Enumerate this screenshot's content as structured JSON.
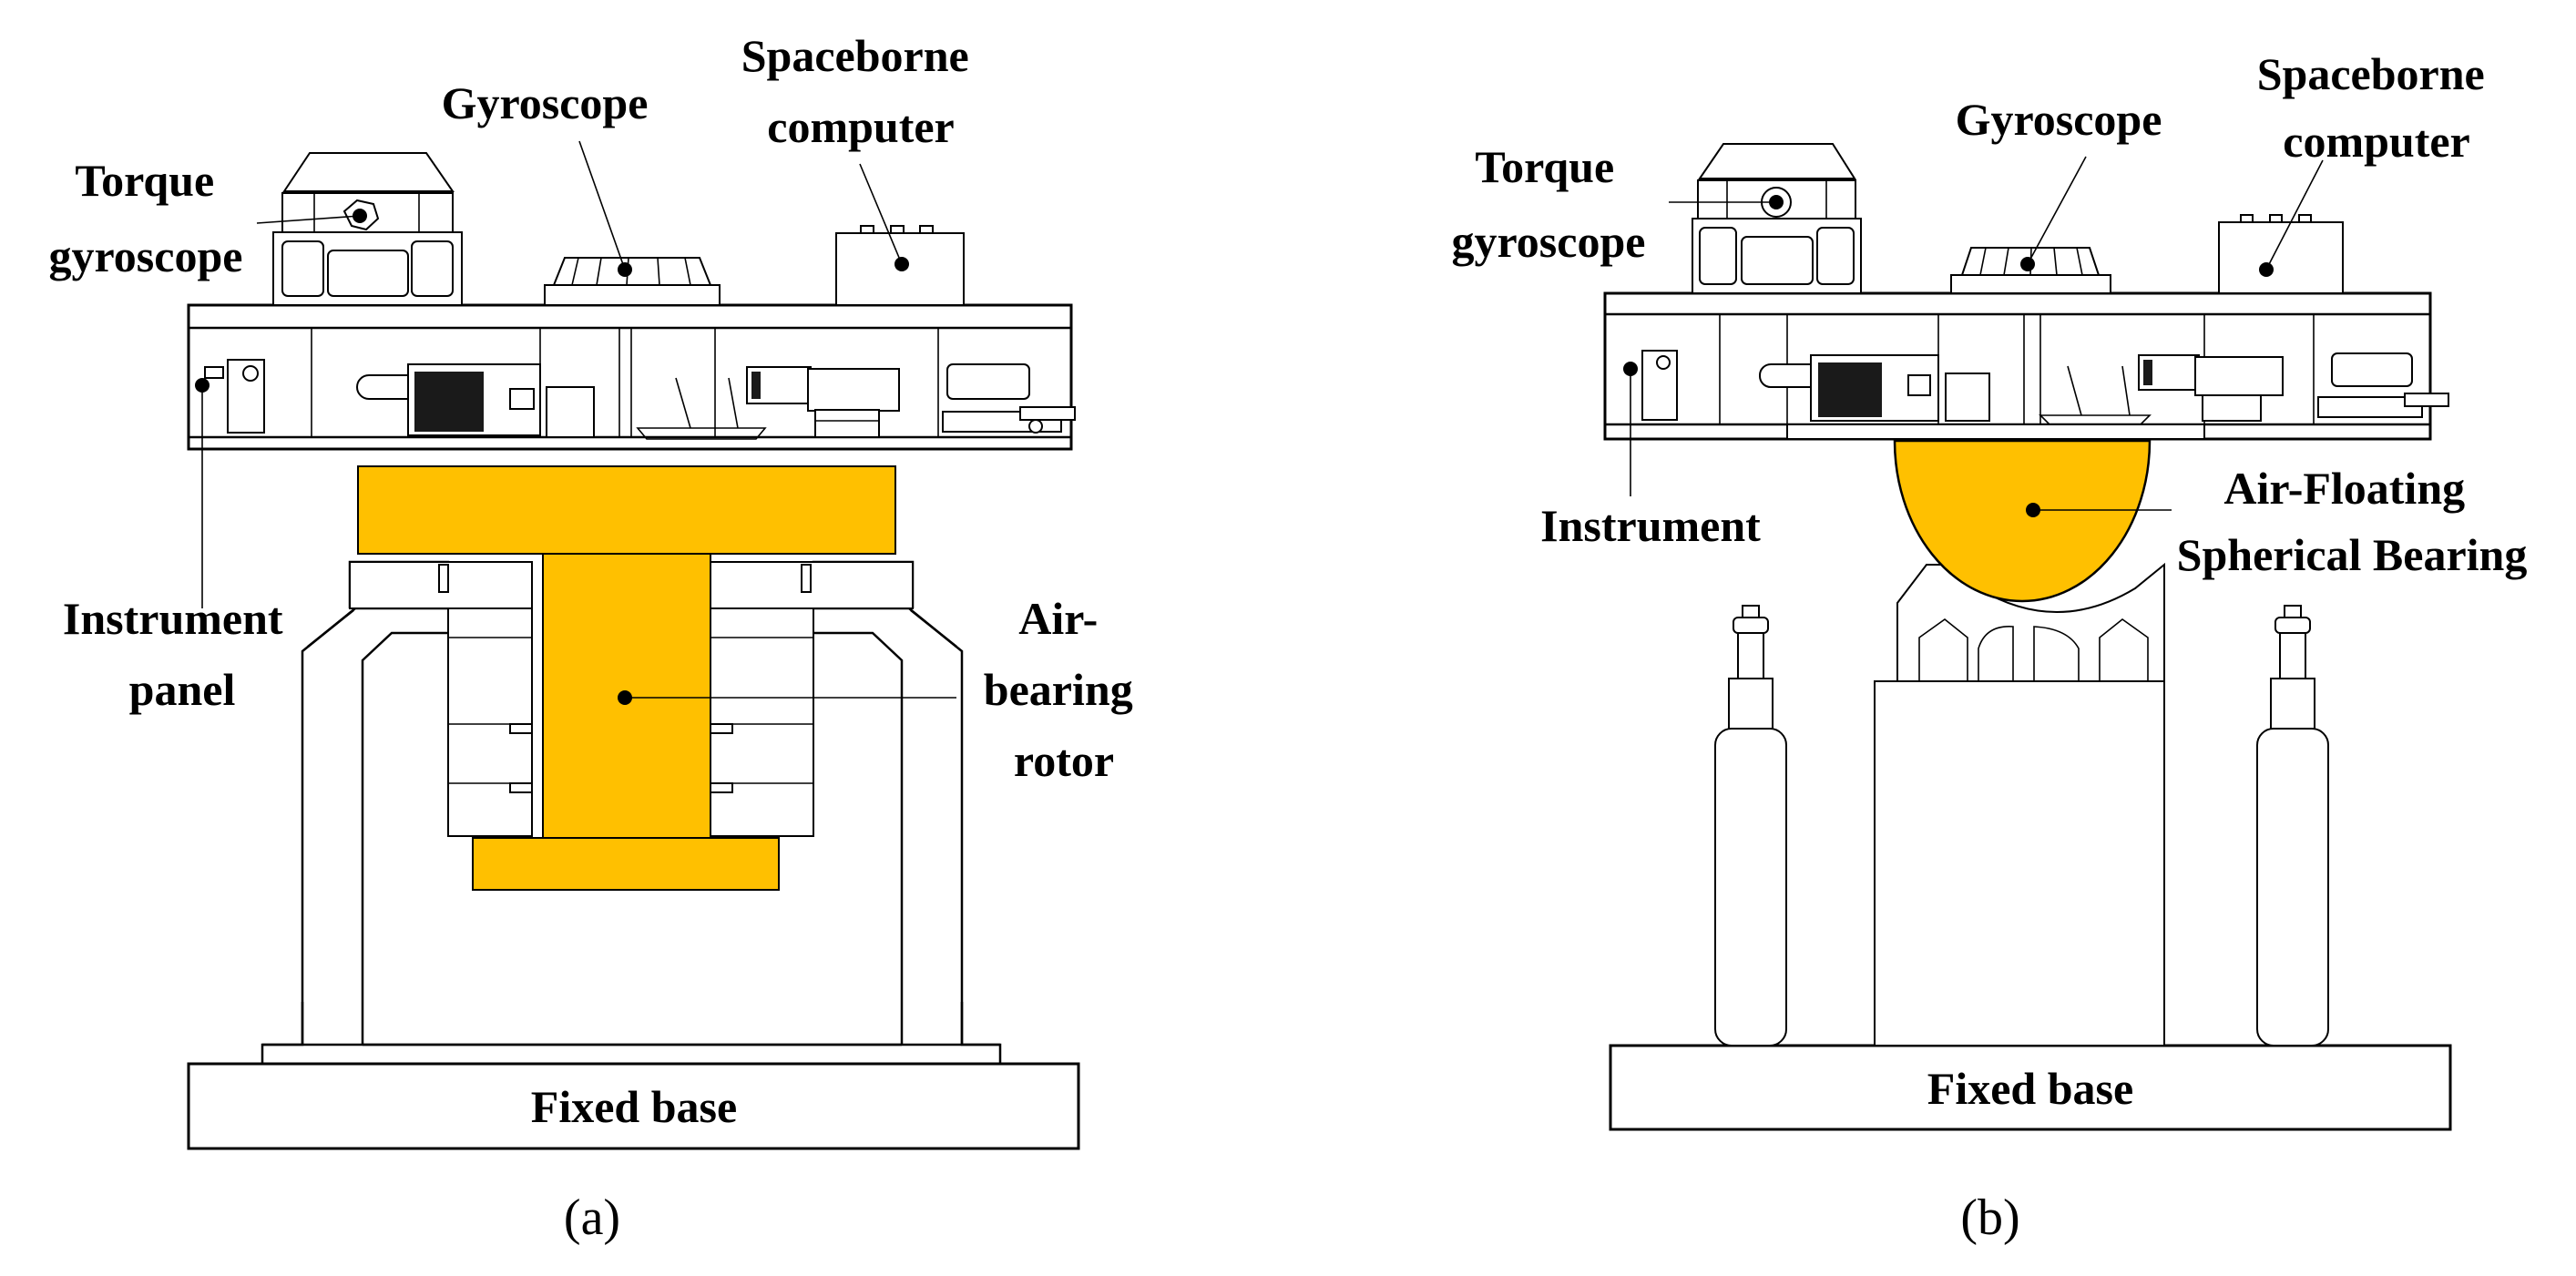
{
  "colors": {
    "bearing": "#FFC000",
    "line": "#000000",
    "background": "#FFFFFF"
  },
  "panel_a": {
    "caption": "(a)",
    "labels": {
      "torque_gyroscope": [
        "Torque",
        "gyroscope"
      ],
      "gyroscope": [
        "Gyroscope"
      ],
      "spaceborne_computer": [
        "Spaceborne",
        "computer"
      ],
      "instrument_panel": [
        "Instrument",
        "panel"
      ],
      "air_bearing_rotor": [
        "Air-",
        "bearing",
        "rotor"
      ],
      "fixed_base": [
        "Fixed base"
      ]
    }
  },
  "panel_b": {
    "caption": "(b)",
    "labels": {
      "torque_gyroscope": [
        "Torque",
        "gyroscope"
      ],
      "gyroscope": [
        "Gyroscope"
      ],
      "spaceborne_computer": [
        "Spaceborne",
        "computer"
      ],
      "instrument": [
        "Instrument"
      ],
      "air_floating_spherical_bearing": [
        "Air-Floating",
        "Spherical Bearing"
      ],
      "fixed_base": [
        "Fixed base"
      ]
    }
  }
}
